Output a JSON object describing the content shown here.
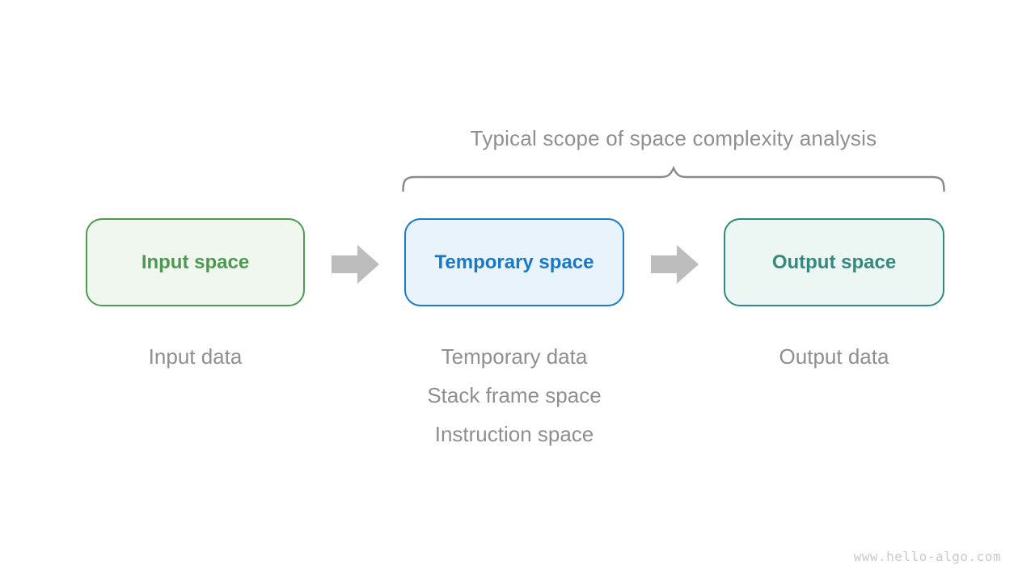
{
  "diagram": {
    "title": "Typical scope of space complexity analysis",
    "nodes": [
      {
        "label": "Input space",
        "accent_color": "#4e9b52",
        "fill_color": "#f0f7ef",
        "notes": [
          "Input data"
        ]
      },
      {
        "label": "Temporary space",
        "accent_color": "#1b7cc8",
        "fill_color": "#e9f3fb",
        "notes": [
          "Temporary data",
          "Stack frame space",
          "Instruction space"
        ]
      },
      {
        "label": "Output space",
        "accent_color": "#2f8b80",
        "fill_color": "#ecf6f3",
        "notes": [
          "Output data"
        ]
      }
    ],
    "arrow_color": "#bdbdbd",
    "brace_color": "#8a8a8a",
    "label_text_color": "#8f8f8f",
    "watermark": "www.hello-algo.com"
  }
}
